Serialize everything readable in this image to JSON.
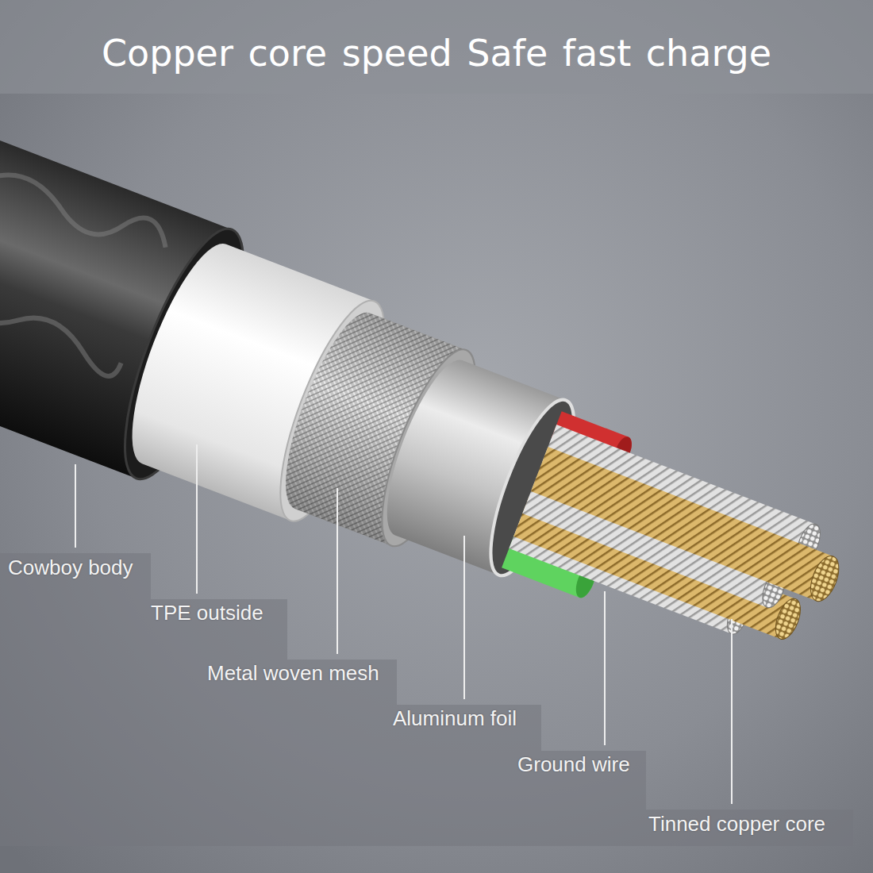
{
  "diagram": {
    "title": "Copper core speed Safe fast charge",
    "labels": [
      "Cowboy body",
      "TPE outside",
      "Metal woven mesh",
      "Aluminum foil",
      "Ground wire",
      "Tinned copper core"
    ]
  }
}
